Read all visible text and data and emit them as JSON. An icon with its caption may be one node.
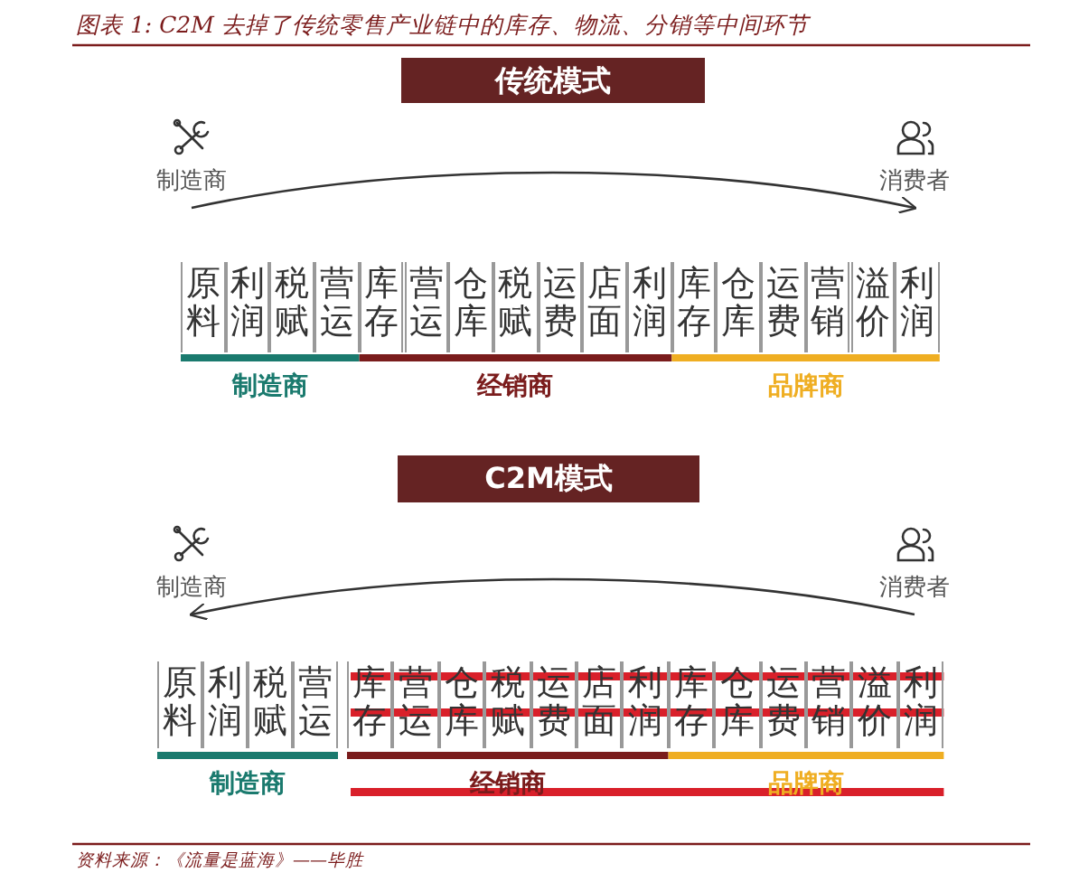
{
  "diagram": {
    "title": "图表 1: C2M 去掉了传统零售产业链中的库存、物流、分销等中间环节",
    "caption": "资料来源：《流量是蓝海》——毕胜",
    "nodes": [
      {
        "text": [
          "传统模式"
        ]
      },
      {
        "text": [
          "制造商"
        ]
      },
      {
        "text": [
          "消费者"
        ]
      },
      {
        "text": [
          "C2M模式"
        ]
      },
      {
        "text": [
          "制造商"
        ]
      },
      {
        "text": [
          "消费者"
        ]
      }
    ],
    "edges": [
      {
        "from": 1,
        "to": 2,
        "arrow": "to"
      },
      {
        "from": 5,
        "to": 4,
        "arrow": "to"
      }
    ],
    "labels": [
      "原料",
      "利润",
      "税赋",
      "营运",
      "库存",
      "营运",
      "仓库",
      "税赋",
      "运费",
      "店面",
      "利润",
      "库存",
      "仓库",
      "运费",
      "营销",
      "溢价",
      "利润",
      "制造商",
      "经销商",
      "品牌商",
      "原料",
      "利润",
      "税赋",
      "营运",
      "库存",
      "营运",
      "仓库",
      "税赋",
      "运费",
      "店面",
      "利润",
      "库存",
      "仓库",
      "运费",
      "营销",
      "溢价",
      "利润",
      "制造商",
      "经销商",
      "品牌商"
    ]
  }
}
